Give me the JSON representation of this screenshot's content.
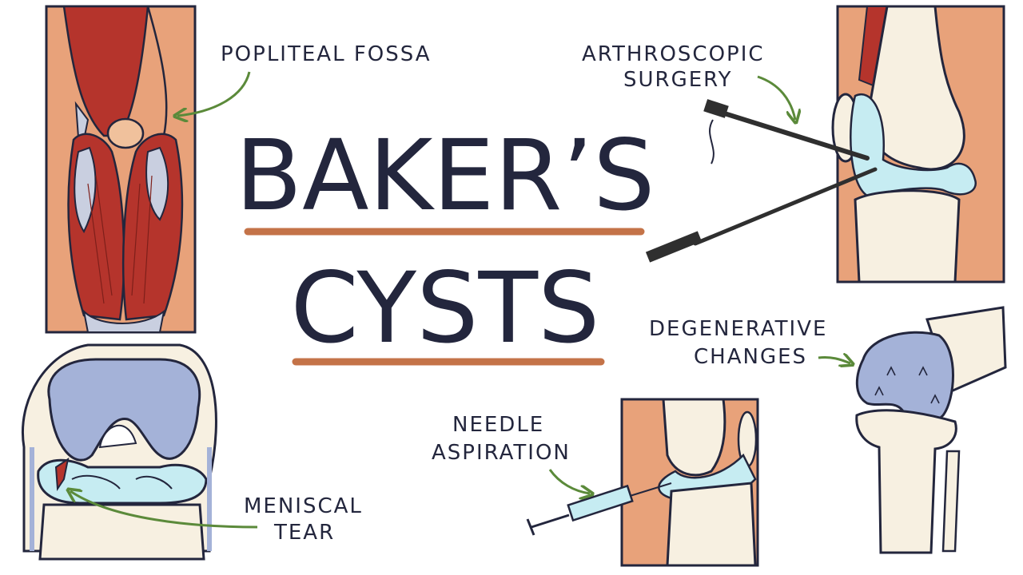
{
  "title": {
    "line1": "BAKER’S",
    "line2": "CYSTS"
  },
  "labels": {
    "popliteal_fossa": "POPLITEAL FOSSA",
    "arthroscopic_line1": "ARTHROSCOPIC",
    "arthroscopic_line2": "SURGERY",
    "degenerative_line1": "DEGENERATIVE",
    "degenerative_line2": "CHANGES",
    "needle_line1": "NEEDLE",
    "needle_line2": "ASPIRATION",
    "meniscal_line1": "MENISCAL",
    "meniscal_line2": "TEAR"
  },
  "colors": {
    "ink": "#23263d",
    "underline": "#c47348",
    "arrow": "#5b8a3a",
    "muscle": "#b5342c",
    "skin": "#e8a27a",
    "cartilage": "#a4b2d8",
    "fluid": "#c6ecf2",
    "bone": "#f7f0e1"
  },
  "icons": {
    "arrow": "curved-arrow-icon"
  }
}
